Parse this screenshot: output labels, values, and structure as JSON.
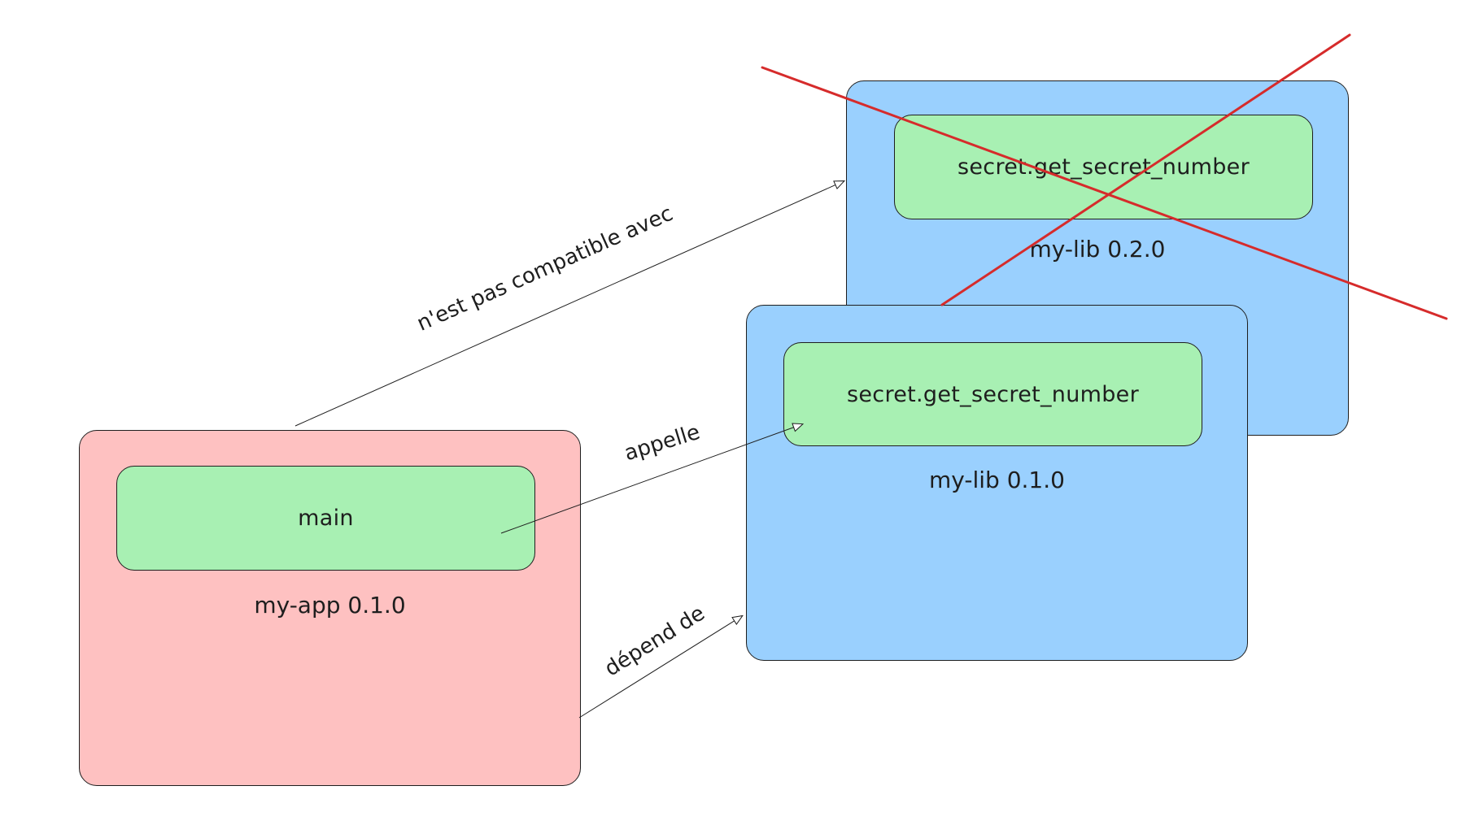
{
  "packages": {
    "my_lib_020": {
      "label": "my-lib 0.2.0",
      "function": "secret.get_secret_number",
      "crossed_out": true,
      "color": "#9ad0fe"
    },
    "my_lib_010": {
      "label": "my-lib 0.1.0",
      "function": "secret.get_secret_number",
      "color": "#9ad0fe"
    },
    "my_app_010": {
      "label": "my-app 0.1.0",
      "function": "main",
      "color": "#fec1c1"
    }
  },
  "edges": {
    "incompatible": {
      "label": "n'est pas compatible avec",
      "from": "my-app 0.1.0",
      "to": "my-lib 0.2.0"
    },
    "calls": {
      "label": "appelle",
      "from": "main",
      "to": "secret.get_secret_number"
    },
    "depends": {
      "label": "dépend de",
      "from": "my-app 0.1.0",
      "to": "my-lib 0.1.0"
    }
  },
  "colors": {
    "function_fill": "#a8f0b3",
    "cross_mark": "#d62b2b",
    "stroke": "#1e1e1e"
  }
}
